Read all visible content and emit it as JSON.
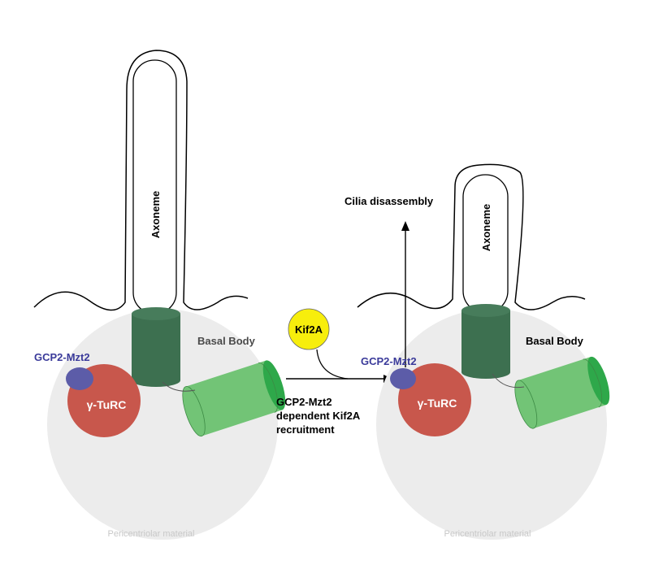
{
  "labels": {
    "axoneme": "Axoneme",
    "basal_body": "Basal Body",
    "gcp2_mzt2": "GCP2-Mzt2",
    "gamma_turc": "γ-TuRC",
    "pcm": "Pericentriolar material",
    "kif2a": "Kif2A",
    "cilia_disassembly": "Cilia disassembly",
    "recruitment_line1": "GCP2-Mzt2",
    "recruitment_line2": "dependent Kif2A",
    "recruitment_line3": "recruitment"
  },
  "colors": {
    "pcm": "#ececec",
    "basal_body_dark": "#3d7050",
    "basal_body_dark_top": "#477c5b",
    "daughter_centriole": "#72c476",
    "daughter_centriole_end": "#2ea84a",
    "gamma_turc": "#c8574c",
    "gcp2_mzt2": "#5c5ca8",
    "kif2a": "#f7ee0c",
    "label_blue": "#3a3a9a"
  }
}
